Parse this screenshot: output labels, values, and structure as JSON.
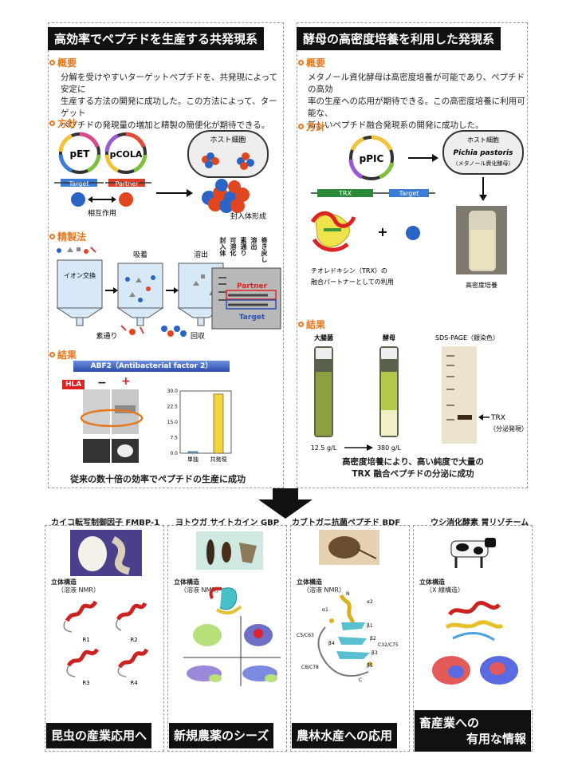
{
  "left_panel": {
    "title": "高効率でペプチドを生産する共発現系",
    "overview_head": "概要",
    "overview_text": [
      "分解を受けやすいターゲットペプチドを、共発現によって安定に",
      "生産する方法の開発に成功した。この方法によって、ターゲット",
      "ペプチドの発現量の増加と精製の簡便化が期待できる。"
    ],
    "policy_head": "方針",
    "plasmid1": "pET",
    "plasmid2": "pCOLA",
    "target_tag": "Target",
    "partner_tag": "Partner",
    "host_cell": "ホスト細胞",
    "interaction": "相互作用",
    "inclusion": "封入体形成",
    "purify_head": "精製法",
    "ion_exchange": "イオン交換",
    "adsorb": "吸着",
    "elute": "溶出",
    "flow_through": "素通り",
    "recover": "回収",
    "gel_lanes": [
      "封入体",
      "可溶化",
      "素通り",
      "溶出",
      "巻き戻し"
    ],
    "gel_partner": "Partner",
    "gel_target": "Target",
    "result_head": "結果",
    "abf2_bar": "ABF2（Antibacterial factor 2）",
    "hla": "HLA",
    "minus": "−",
    "plus": "+",
    "result_caption": "従来の数十倍の効率でペプチドの生産に成功"
  },
  "chart_data": {
    "type": "bar",
    "categories": [
      "単独",
      "共発現"
    ],
    "values": [
      0.8,
      28.5
    ],
    "ylim": [
      0,
      30
    ],
    "yticks": [
      "0.0",
      "7.5",
      "15.0",
      "22.5",
      "30.0"
    ],
    "colors": [
      "#6aa6d8",
      "#f3d53a"
    ]
  },
  "right_panel": {
    "title": "酵母の高密度培養を利用した発現系",
    "overview_head": "概要",
    "overview_text": [
      "メタノール資化酵母は高密度培養が可能であり、ペプチドの高効",
      "率の生産への応用が期待できる。この高密度培養に利用可能な、",
      "新しいペプチド融合発現系の開発に成功した。"
    ],
    "policy_head": "方針",
    "plasmid": "pPIC",
    "host_cell": "ホスト細胞",
    "pichia": "Pichia pastoris",
    "pichia_sub": "（メタノール資化酵母）",
    "trx_tag": "TRX",
    "target_tag": "Target",
    "trx_caption": [
      "チオレドキシン（TRX）の",
      "融合パートナーとしての利用"
    ],
    "hd_culture": "高密度培養",
    "result_head": "結果",
    "ecoli": "大腸菌",
    "yeast": "酵母",
    "sds_page": "SDS-PAGE（銀染色）",
    "trx_band": "TRX",
    "secretion": "（分泌発現）",
    "val1": "12.5 g/L",
    "val2": "380 g/L",
    "caption": [
      "高密度培養により、高い純度で大量の",
      "TRX 融合ペプチドの分泌に成功"
    ]
  },
  "cards": [
    {
      "title": "カイコ転写制御因子 FMBP-1",
      "struct": "立体構造",
      "method": "（溶液 NMR）",
      "labels": [
        "R1",
        "R2",
        "R3",
        "R4"
      ],
      "footer": [
        "昆虫の産業応用へ"
      ]
    },
    {
      "title": "ヨトウガ サイトカイン GBP",
      "struct": "立体構造",
      "method": "（溶液 NMR）",
      "footer": [
        "新規農薬のシーズ"
      ]
    },
    {
      "title": "カブトガニ抗菌ペプチド BDF",
      "struct": "立体構造",
      "method": "（溶液 NMR）",
      "labels": [
        "α1",
        "α2",
        "β1",
        "β2",
        "β3",
        "β4",
        "β5",
        "N",
        "C",
        "C5/C63",
        "C32/C75",
        "C8/C78"
      ],
      "footer": [
        "農林水産への応用"
      ]
    },
    {
      "title": "ウシ消化酵素 胃リゾチーム",
      "struct": "立体構造",
      "method": "（X 線構造）",
      "footer": [
        "畜産業への",
        "有用な情報"
      ]
    }
  ]
}
